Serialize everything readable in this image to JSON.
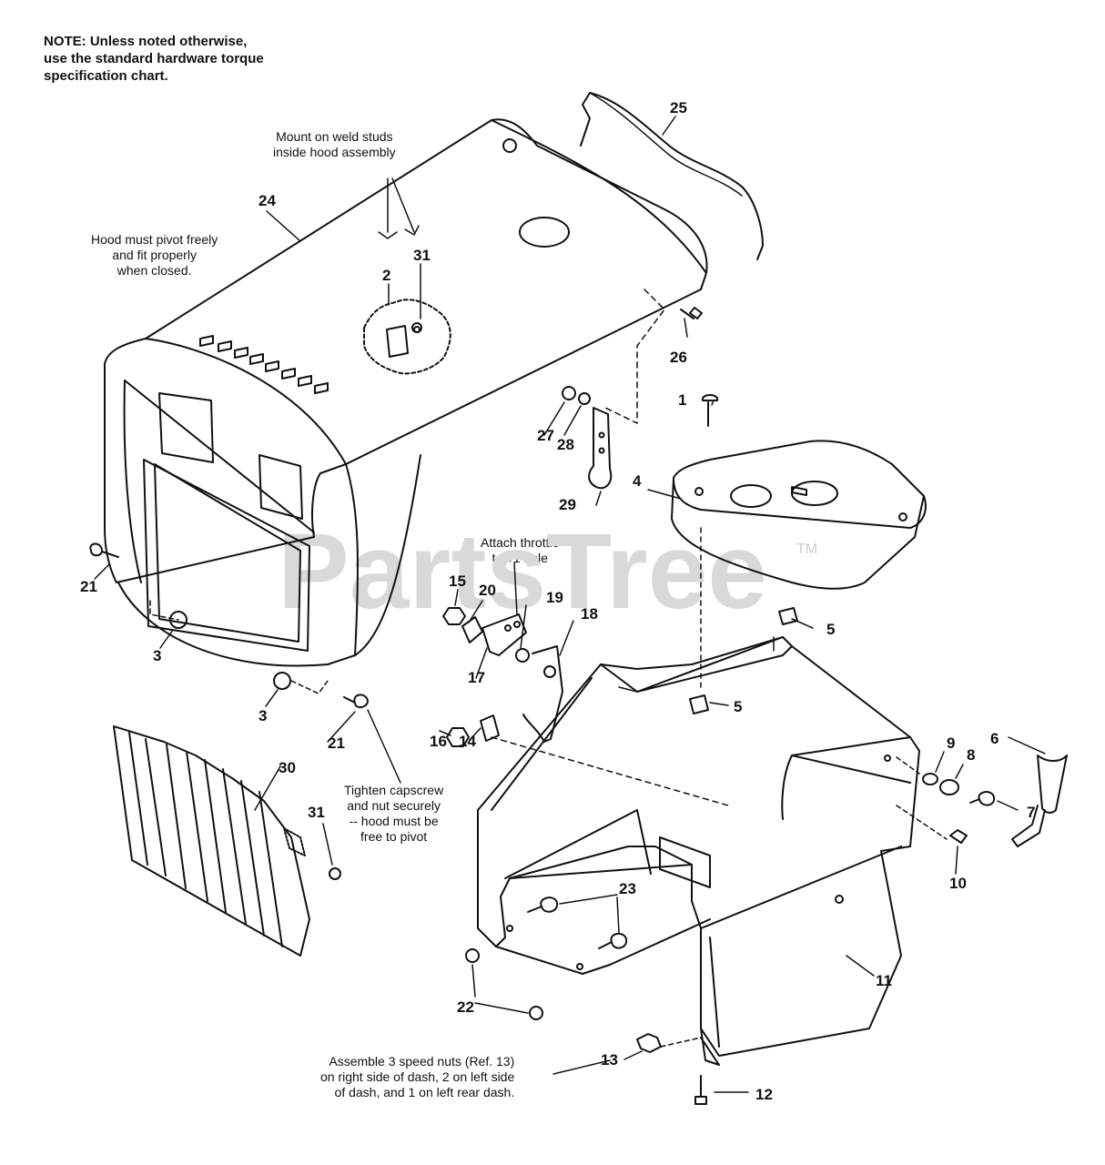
{
  "note": [
    "NOTE: Unless noted otherwise,",
    "use the standard hardware torque",
    "specification chart."
  ],
  "annotations": {
    "weld_studs": [
      "Mount on weld studs",
      "inside hood assembly"
    ],
    "hood_pivot": [
      "Hood must pivot freely",
      "and fit properly",
      "when closed."
    ],
    "throttle": [
      "Attach throttle",
      "to #1 hole"
    ],
    "capscrew": [
      "Tighten capscrew",
      "and nut securely",
      "-- hood must be",
      "free to pivot"
    ],
    "speed_nuts": [
      "Assemble 3 speed nuts (Ref. 13)",
      "on right side of dash, 2 on left side",
      "of dash, and 1 on left rear dash."
    ]
  },
  "callouts": {
    "c1": "1",
    "c2": "2",
    "c3a": "3",
    "c3b": "3",
    "c4": "4",
    "c5a": "5",
    "c5b": "5",
    "c6": "6",
    "c7": "7",
    "c8": "8",
    "c9": "9",
    "c10": "10",
    "c11": "11",
    "c12": "12",
    "c13": "13",
    "c14": "14",
    "c15": "15",
    "c16": "16",
    "c17": "17",
    "c18": "18",
    "c19": "19",
    "c20": "20",
    "c21a": "21",
    "c21b": "21",
    "c22": "22",
    "c23": "23",
    "c24": "24",
    "c25": "25",
    "c26": "26",
    "c27": "27",
    "c28": "28",
    "c29": "29",
    "c30": "30",
    "c31a": "31",
    "c31b": "31"
  },
  "watermark": {
    "text": "PartsTree",
    "tm": "TM"
  }
}
